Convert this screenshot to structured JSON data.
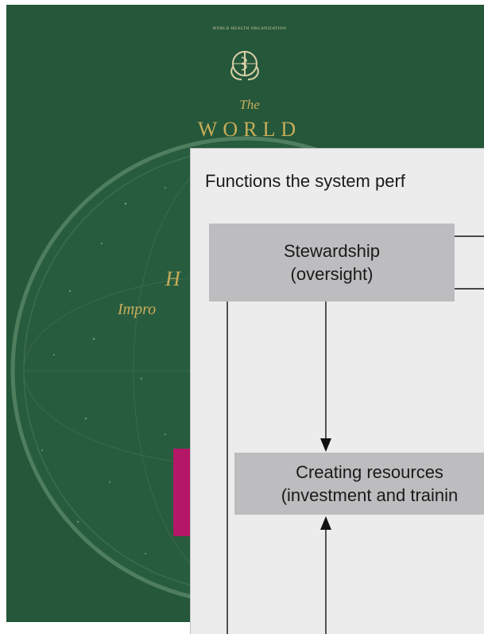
{
  "cover": {
    "publisher": "WORLD HEALTH ORGANIZATION",
    "title_the": "The",
    "title_world": "WORLD",
    "text_h": "H",
    "text_improv": "Impro",
    "colors": {
      "background": "#25573a",
      "gold": "#c8ad5b",
      "accent": "#b41768"
    }
  },
  "diagram": {
    "title": "Functions the system perf",
    "stewardship": {
      "line1": "Stewardship",
      "line2": "(oversight)"
    },
    "creating_resources": {
      "line1": "Creating resources",
      "line2": "(investment and trainin"
    },
    "colors": {
      "panel": "#ececec",
      "box": "#bdbdbf",
      "line": "#111111"
    }
  }
}
